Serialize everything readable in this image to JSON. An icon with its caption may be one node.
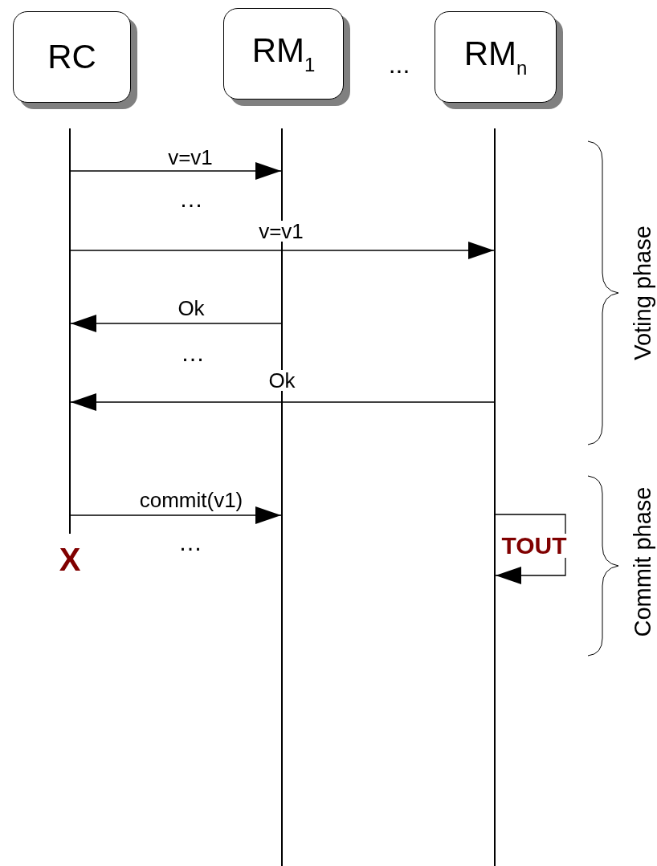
{
  "diagram": {
    "nodes": [
      {
        "text": [
          "RC"
        ]
      },
      {
        "text": [
          "RM$_{1}$"
        ]
      },
      {
        "text": [
          "RM$_{n}$"
        ]
      },
      {
        "text": [],
        "shape": "bar"
      },
      {
        "text": [],
        "shape": "bar"
      },
      {
        "text": [],
        "shape": "bar"
      }
    ],
    "edges": [
      {
        "from": 3,
        "to": 4,
        "arrow": "to",
        "label": "v=v1"
      },
      {
        "from": 3,
        "to": 5,
        "arrow": "to",
        "label": "v=v1"
      },
      {
        "from": 4,
        "to": 3,
        "arrow": "to",
        "label": "Ok"
      },
      {
        "from": 5,
        "to": 3,
        "arrow": "to",
        "label": "Ok"
      },
      {
        "from": 3,
        "to": 4,
        "arrow": "to",
        "label": "commit(v1)"
      },
      {
        "from": 5,
        "to": 5,
        "arrow": "to",
        "label": "TOUT"
      }
    ],
    "labels": [
      "...",
      "…",
      "…",
      "…",
      "X",
      "Voting phase",
      "Commit phase"
    ]
  }
}
